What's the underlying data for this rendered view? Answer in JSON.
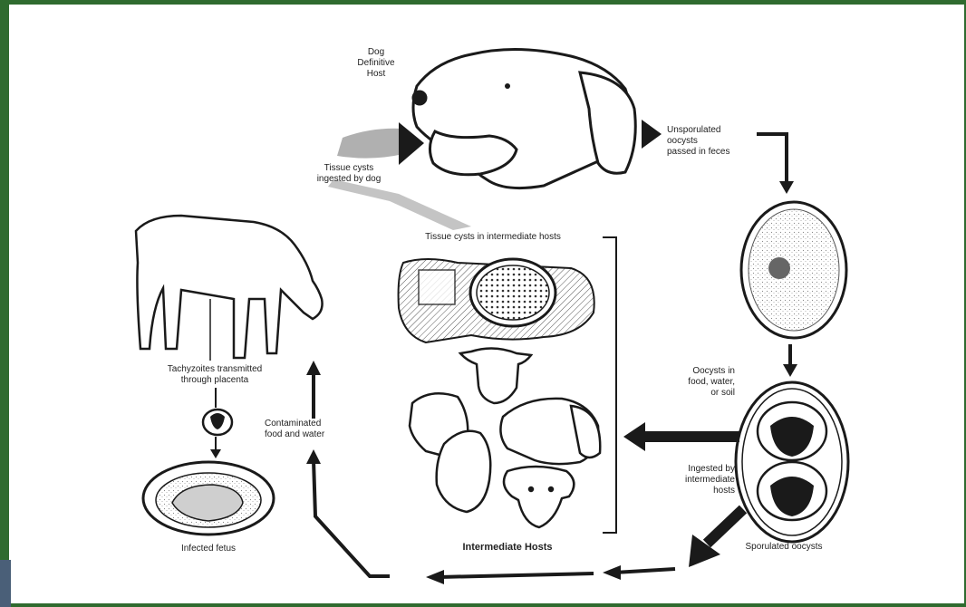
{
  "labels": {
    "dog_host": "Dog\nDefinitive\nHost",
    "unsporulated": "Unsporulated\noocysts\npassed in feces",
    "tissue_cysts_ingested": "Tissue cysts\ningested by dog",
    "tissue_cysts_intermediate": "Tissue cysts in intermediate hosts",
    "oocysts_food": "Oocysts in\nfood, water,\nor soil",
    "ingested_intermediate": "Ingested by\nintermediate\nhosts",
    "sporulated": "Sporulated oocysts",
    "intermediate_hosts": "Intermediate Hosts",
    "tachyzoites": "Tachyzoites transmitted\nthrough placenta",
    "contaminated": "Contaminated\nfood and water",
    "infected_fetus": "Infected fetus"
  },
  "colors": {
    "frame": "#2f6b2f",
    "ink": "#1a1a1a",
    "shadow": "#b0b0b0"
  }
}
